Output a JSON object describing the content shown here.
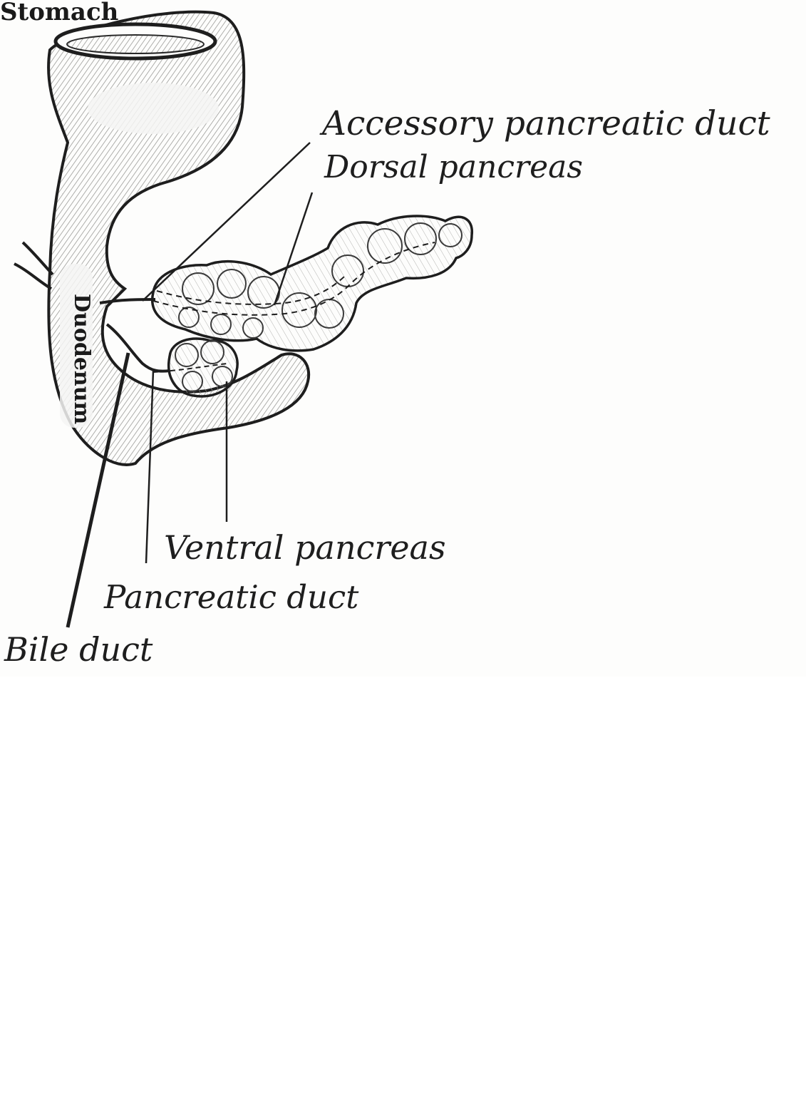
{
  "figure": {
    "organs": {
      "stomach": "Stomach",
      "duodenum": "Duodenum"
    },
    "callouts": {
      "accessory_pancreatic_duct": "Accessory pancreatic duct",
      "dorsal_pancreas": "Dorsal pancreas",
      "ventral_pancreas": "Ventral pancreas",
      "pancreatic_duct": "Pancreatic duct",
      "bile_duct": "Bile duct"
    },
    "colors": {
      "ink": "#1e1e1e",
      "paper": "#fdfdfc",
      "shade": "#b9b9b6"
    }
  }
}
